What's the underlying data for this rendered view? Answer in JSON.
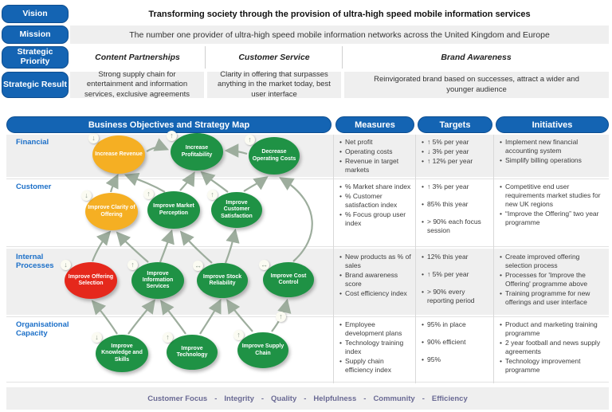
{
  "top": {
    "rows": [
      {
        "label": "Vision",
        "text": "Transforming society through the provision of ultra-high speed mobile information services"
      },
      {
        "label": "Mission",
        "text": "The number one provider of ultra-high speed mobile information networks across the United Kingdom and Europe"
      },
      {
        "label": "Strategic Priority",
        "cells": [
          "Content Partnerships",
          "Customer Service",
          "Brand Awareness"
        ]
      },
      {
        "label": "Strategic Result",
        "cells": [
          "Strong supply chain for entertainment and information services, exclusive agreements",
          "Clarity in offering that surpasses anything in the market today, best user interface",
          "Reinvigorated brand based on successes, attract a wider and younger audience"
        ]
      }
    ]
  },
  "map": {
    "header": "Business Objectives and Strategy Map",
    "ovals": [
      {
        "id": "increase-revenue",
        "label": "Increase Revenue",
        "color": "#F5AF23",
        "status": "down"
      },
      {
        "id": "increase-profitability",
        "label": "Increase Profitability",
        "color": "#1F9245",
        "status": "up"
      },
      {
        "id": "decrease-operating-costs",
        "label": "Decrease Operating Costs",
        "color": "#1F9245",
        "status": "up"
      },
      {
        "id": "improve-clarity-of-offering",
        "label": "Improve Clarity of Offering",
        "color": "#F5AF23",
        "status": "down"
      },
      {
        "id": "improve-market-perception",
        "label": "Improve Market Perception",
        "color": "#1F9245",
        "status": "up"
      },
      {
        "id": "improve-customer-satisfaction",
        "label": "Improve Customer Satisfaction",
        "color": "#1F9245",
        "status": "up"
      },
      {
        "id": "improve-offering-selection",
        "label": "Improve Offering Selection",
        "color": "#E5281C",
        "status": "down"
      },
      {
        "id": "improve-information-services",
        "label": "Improve Information Services",
        "color": "#1F9245",
        "status": "up"
      },
      {
        "id": "improve-stock-reliability",
        "label": "Improve Stock Reliability",
        "color": "#1F9245",
        "status": "steady"
      },
      {
        "id": "improve-cost-control",
        "label": "Improve Cost Control",
        "color": "#1F9245",
        "status": "steady"
      },
      {
        "id": "improve-knowledge-and-skills",
        "label": "Improve Knowledge and Skills",
        "color": "#1F9245",
        "status": "down"
      },
      {
        "id": "improve-technology",
        "label": "Improve Technology",
        "color": "#1F9245",
        "status": "up"
      },
      {
        "id": "improve-supply-chain",
        "label": "Improve Supply Chain",
        "color": "#1F9245",
        "status": "up"
      }
    ]
  },
  "columns": {
    "measures": "Measures",
    "targets": "Targets",
    "initiatives": "Initiatives"
  },
  "perspectives": [
    {
      "label": "Financial",
      "measures": [
        "Net profit",
        "Operating costs",
        "Revenue in target markets"
      ],
      "targets": [
        "↑ 5% per year",
        "↓ 3% per year",
        "↑ 12% per year"
      ],
      "initiatives": [
        "Implement new financial accounting system",
        "Simplify billing operations"
      ]
    },
    {
      "label": "Customer",
      "measures": [
        "% Market share index",
        "% Customer satisfaction index",
        "% Focus group user index"
      ],
      "targets": [
        "↑ 3% per year",
        "85% this year",
        "> 90% each focus session"
      ],
      "initiatives": [
        "Competitive end user requirements market studies for new UK regions",
        "“Improve the Offering” two year programme"
      ]
    },
    {
      "label": "Internal Processes",
      "measures": [
        "New products as % of sales",
        "Brand awareness score",
        "Cost efficiency index"
      ],
      "targets": [
        "12% this year",
        "↑ 5% per year",
        "> 90% every reporting period"
      ],
      "initiatives": [
        "Create improved offering selection process",
        "Processes for 'Improve the Offering' programme above",
        "Training programme for new offerings and user interface"
      ]
    },
    {
      "label": "Organisational Capacity",
      "measures": [
        "Employee development plans",
        "Technology training index",
        "Supply chain efficiency index"
      ],
      "targets": [
        "95% in place",
        "90% efficient",
        "95%"
      ],
      "initiatives": [
        "Product and marketing training programme",
        "2 year football and news supply agreements",
        "Technology improvement programme"
      ]
    }
  ],
  "footer": {
    "values": [
      "Customer Focus",
      "Integrity",
      "Quality",
      "Helpfulness",
      "Community",
      "Efficiency"
    ],
    "separator": "-"
  },
  "icons": {
    "down": "↓",
    "up": "↑",
    "steady": "↔"
  },
  "colors": {
    "accent_blue": "#1464B3",
    "green": "#1F9245",
    "yellow": "#F5AF23",
    "red": "#E5281C",
    "connector": "#9DAD9D",
    "row_label_blue": "#1B6FC8"
  }
}
